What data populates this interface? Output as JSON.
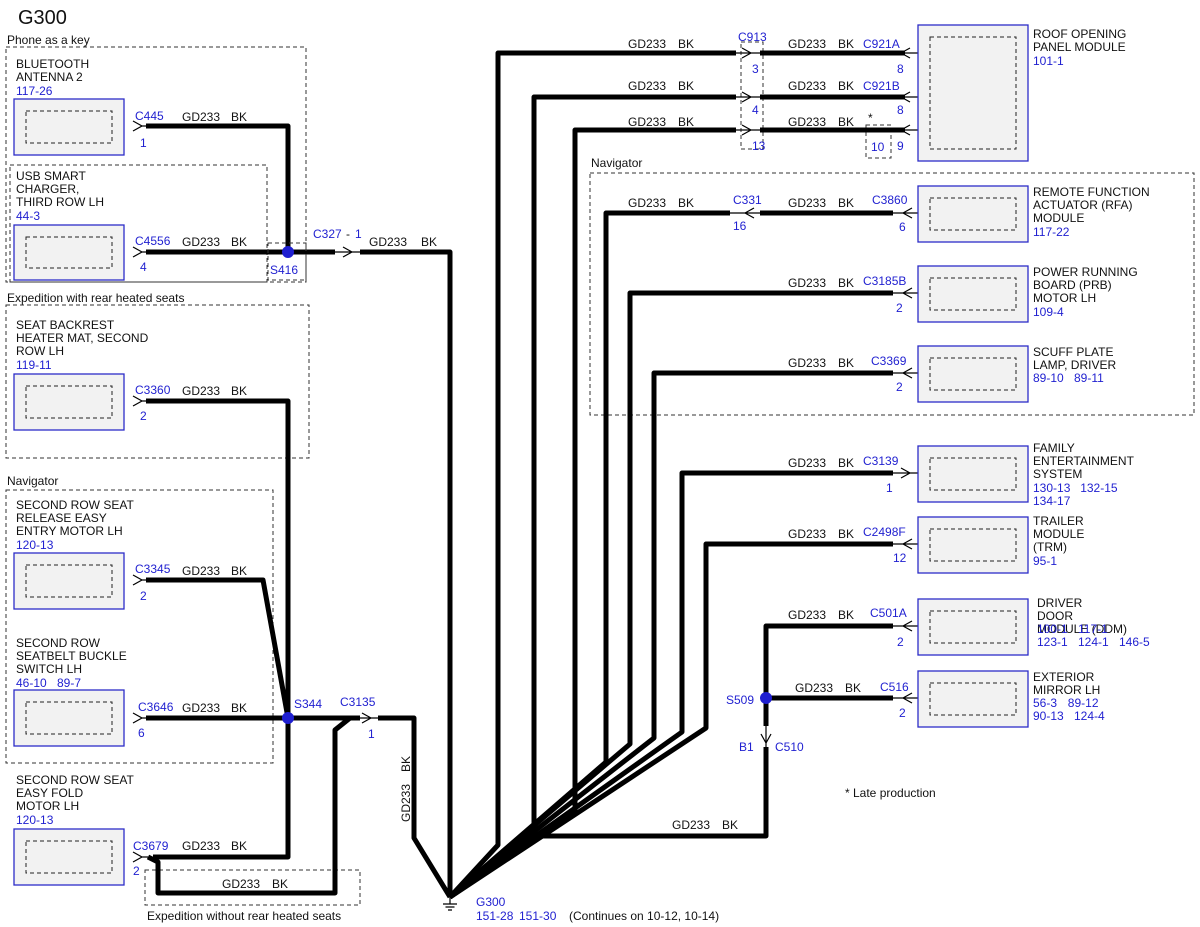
{
  "page_title": "G300",
  "wire": {
    "circuit": "GD233",
    "color": "BK"
  },
  "groups": {
    "phone_key": "Phone as a key",
    "exp_heated": "Expedition with rear heated seats",
    "navigator_left": "Navigator",
    "navigator_right": "Navigator",
    "exp_no_heated": "Expedition without rear heated seats"
  },
  "modules": [
    {
      "id": "bt",
      "lines": [
        "BLUETOOTH",
        "ANTENNA 2"
      ],
      "refs": [
        "117-26"
      ],
      "connector": "C445",
      "pin": "1"
    },
    {
      "id": "usb",
      "lines": [
        "USB SMART",
        "CHARGER,",
        "THIRD ROW LH"
      ],
      "refs": [
        "44-3"
      ],
      "connector": "C4556",
      "pin": "4"
    },
    {
      "id": "seatmat",
      "lines": [
        "SEAT BACKREST",
        "HEATER MAT, SECOND",
        "ROW LH"
      ],
      "refs": [
        "119-11"
      ],
      "connector": "C3360",
      "pin": "2"
    },
    {
      "id": "easyentry",
      "lines": [
        "SECOND ROW SEAT",
        "RELEASE EASY",
        "ENTRY MOTOR LH"
      ],
      "refs": [
        "120-13"
      ],
      "connector": "C3345",
      "pin": "2"
    },
    {
      "id": "buckle",
      "lines": [
        "SECOND ROW",
        "SEATBELT BUCKLE",
        "SWITCH LH"
      ],
      "refs": [
        "46-10",
        "89-7"
      ],
      "connector": "C3646",
      "pin": "6"
    },
    {
      "id": "easyfold",
      "lines": [
        "SECOND ROW SEAT",
        "EASY FOLD",
        "MOTOR LH"
      ],
      "refs": [
        "120-13"
      ],
      "connector": "C3679",
      "pin": "2"
    },
    {
      "id": "roof",
      "lines": [
        "ROOF OPENING",
        "PANEL MODULE"
      ],
      "refs": [
        "101-1"
      ]
    },
    {
      "id": "rfa",
      "lines": [
        "REMOTE FUNCTION",
        "ACTUATOR (RFA)",
        "MODULE"
      ],
      "refs": [
        "117-22"
      ],
      "connector": "C3860",
      "pin": "6"
    },
    {
      "id": "prb",
      "lines": [
        "POWER RUNNING",
        "BOARD (PRB)",
        "MOTOR LH"
      ],
      "refs": [
        "109-4"
      ],
      "connector": "C3185B",
      "pin": "2"
    },
    {
      "id": "scuff",
      "lines": [
        "SCUFF PLATE",
        "LAMP, DRIVER"
      ],
      "refs": [
        "89-10",
        "89-11"
      ],
      "connector": "C3369",
      "pin": "2"
    },
    {
      "id": "fes",
      "lines": [
        "FAMILY",
        "ENTERTAINMENT",
        "SYSTEM"
      ],
      "refs": [
        "130-13",
        "132-15",
        "134-17"
      ],
      "connector": "C3139",
      "pin": "1"
    },
    {
      "id": "trm",
      "lines": [
        "TRAILER",
        "MODULE",
        "(TRM)"
      ],
      "refs": [
        "95-1"
      ],
      "connector": "C2498F",
      "pin": "12"
    },
    {
      "id": "ddm",
      "lines": [
        "DRIVER",
        "DOOR",
        "MODULE (DDM)"
      ],
      "refs": [
        "100-1",
        "117-1",
        "123-1",
        "124-1",
        "146-5"
      ],
      "connector": "C501A",
      "pin": "2"
    },
    {
      "id": "mirror",
      "lines": [
        "EXTERIOR",
        "MIRROR LH"
      ],
      "refs": [
        "56-3",
        "89-12",
        "90-13",
        "124-4"
      ],
      "connector": "C516",
      "pin": "2"
    }
  ],
  "roof_connectors": [
    {
      "inline": "C913",
      "inline_pin": "3",
      "module_conn": "C921A",
      "module_pin": "8"
    },
    {
      "inline": "",
      "inline_pin": "4",
      "module_conn": "C921B",
      "module_pin": "8"
    },
    {
      "inline": "",
      "inline_pin": "13",
      "module_conn": "",
      "module_pin": "9",
      "alt_pin": "10",
      "alt_mark": "*"
    }
  ],
  "inline_connectors": {
    "c327": {
      "label": "C327",
      "pin": "1"
    },
    "c331": {
      "label": "C331",
      "pin": "16"
    },
    "c3135": {
      "label": "C3135",
      "pin": "1"
    },
    "c510": {
      "label": "C510",
      "pin": "B1"
    }
  },
  "splices": {
    "s416": "S416",
    "s344": "S344",
    "s509": "S509"
  },
  "ground": {
    "label": "G300",
    "refs": [
      "151-28",
      "151-30"
    ],
    "continues": "(Continues on 10-12, 10-14)"
  },
  "note": "* Late production"
}
